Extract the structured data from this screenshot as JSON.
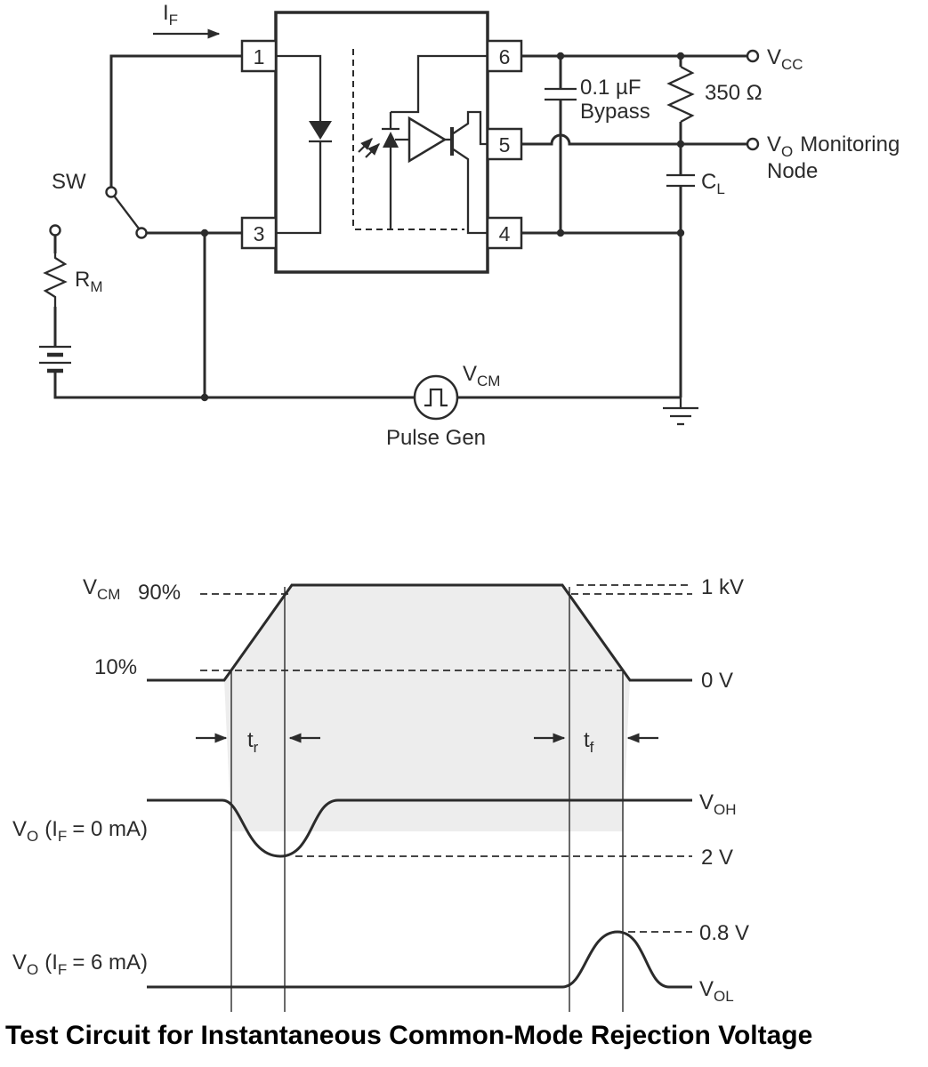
{
  "colors": {
    "ink": "#2b2b2b",
    "shade": "#ededed",
    "background": "#ffffff"
  },
  "caption": "Test Circuit for Instantaneous Common-Mode Rejection Voltage",
  "circuit": {
    "if_label": {
      "base": "I",
      "sub": "F"
    },
    "sw_label": "SW",
    "rm_label": {
      "base": "R",
      "sub": "M"
    },
    "pin1": "1",
    "pin3": "3",
    "pin6": "6",
    "pin5": "5",
    "pin4": "4",
    "bypass_value": "0.1 µF",
    "bypass_name": "Bypass",
    "r350_label": "350 Ω",
    "vcc_label": {
      "base": "V",
      "sub": "CC"
    },
    "vo_node_label": {
      "base": "V",
      "sub": "O",
      "rest": "Monitoring"
    },
    "vo_node_label2": "Node",
    "cl_label": {
      "base": "C",
      "sub": "L"
    },
    "vcm_label": {
      "base": "V",
      "sub": "CM"
    },
    "pulse_gen_label": "Pulse Gen"
  },
  "timing": {
    "vcm_label": {
      "base": "V",
      "sub": "CM"
    },
    "pct90": "90%",
    "pct10": "10%",
    "level_1kv": "1 kV",
    "level_0v": "0 V",
    "tr_label": {
      "base": "t",
      "sub": "r"
    },
    "tf_label": {
      "base": "t",
      "sub": "f"
    },
    "vo_0ma": {
      "p1": "V",
      "s1": "O",
      "p2": "(I",
      "s2": "F",
      "p3": "= 0 mA)"
    },
    "voh_label": {
      "base": "V",
      "sub": "OH"
    },
    "level_2v": "2 V",
    "level_08v": "0.8 V",
    "vo_6ma": {
      "p1": "V",
      "s1": "O",
      "p2": "(I",
      "s2": "F",
      "p3": "= 6 mA)"
    },
    "vol_label": {
      "base": "V",
      "sub": "OL"
    }
  },
  "chart_data": {
    "type": "line",
    "title": "Common-mode transient waveforms",
    "series": [
      {
        "name": "VCM",
        "levels": {
          "high": "1 kV",
          "low": "0 V"
        },
        "marks": [
          "90%",
          "10%",
          "tr",
          "tf"
        ]
      },
      {
        "name": "VO (IF = 0 mA)",
        "levels": {
          "high": "VOH",
          "dip": "2 V"
        }
      },
      {
        "name": "VO (IF = 6 mA)",
        "levels": {
          "low": "VOL",
          "peak": "0.8 V"
        }
      }
    ]
  }
}
